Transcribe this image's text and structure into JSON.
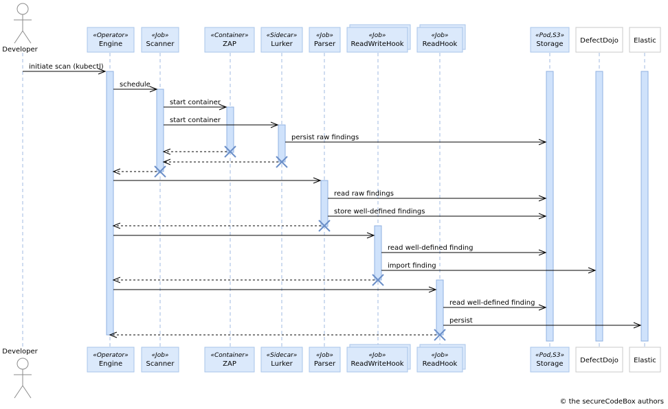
{
  "diagram": {
    "actor_label": "Developer",
    "participants": [
      {
        "id": "engine",
        "stereotype": "«Operator»",
        "name": "Engine"
      },
      {
        "id": "scanner",
        "stereotype": "«Job»",
        "name": "Scanner"
      },
      {
        "id": "zap",
        "stereotype": "«Container»",
        "name": "ZAP"
      },
      {
        "id": "lurker",
        "stereotype": "«Sidecar»",
        "name": "Lurker"
      },
      {
        "id": "parser",
        "stereotype": "«Job»",
        "name": "Parser"
      },
      {
        "id": "rwhook",
        "stereotype": "«Job»",
        "name": "ReadWriteHook"
      },
      {
        "id": "rhook",
        "stereotype": "«Job»",
        "name": "ReadHook"
      },
      {
        "id": "storage",
        "stereotype": "«Pod,S3»",
        "name": "Storage"
      },
      {
        "id": "defectdojo",
        "stereotype": "",
        "name": "DefectDojo"
      },
      {
        "id": "elastic",
        "stereotype": "",
        "name": "Elastic"
      }
    ],
    "messages": [
      {
        "from": "developer",
        "to": "engine",
        "label": "initiate scan (kubectl)",
        "type": "sync"
      },
      {
        "from": "engine",
        "to": "scanner",
        "label": "schedule",
        "type": "sync"
      },
      {
        "from": "scanner",
        "to": "zap",
        "label": "start container",
        "type": "sync"
      },
      {
        "from": "scanner",
        "to": "lurker",
        "label": "start container",
        "type": "sync"
      },
      {
        "from": "lurker",
        "to": "storage",
        "label": "persist raw findings",
        "type": "sync"
      },
      {
        "from": "zap",
        "to": "scanner",
        "label": "",
        "type": "return"
      },
      {
        "from": "lurker",
        "to": "scanner",
        "label": "",
        "type": "return"
      },
      {
        "from": "scanner",
        "to": "engine",
        "label": "",
        "type": "return"
      },
      {
        "from": "engine",
        "to": "parser",
        "label": "",
        "type": "sync"
      },
      {
        "from": "parser",
        "to": "storage",
        "label": "read raw findings",
        "type": "sync"
      },
      {
        "from": "parser",
        "to": "storage",
        "label": "store well-defined findings",
        "type": "sync"
      },
      {
        "from": "parser",
        "to": "engine",
        "label": "",
        "type": "return"
      },
      {
        "from": "engine",
        "to": "rwhook",
        "label": "",
        "type": "sync"
      },
      {
        "from": "rwhook",
        "to": "storage",
        "label": "read well-defined finding",
        "type": "sync"
      },
      {
        "from": "rwhook",
        "to": "defectdojo",
        "label": "import finding",
        "type": "sync"
      },
      {
        "from": "rwhook",
        "to": "engine",
        "label": "",
        "type": "return"
      },
      {
        "from": "engine",
        "to": "rhook",
        "label": "",
        "type": "sync"
      },
      {
        "from": "rhook",
        "to": "storage",
        "label": "read well-defined finding",
        "type": "sync"
      },
      {
        "from": "rhook",
        "to": "elastic",
        "label": "persist",
        "type": "sync"
      },
      {
        "from": "rhook",
        "to": "engine",
        "label": "",
        "type": "return"
      }
    ],
    "copyright": "© the secureCodeBox authors",
    "colors": {
      "box_fill": "#dbe9fb",
      "box_stroke": "#a7c4ea",
      "lifeline": "#9fb8e0",
      "activation": "#cfe2fb",
      "destroy": "#6b8fc8"
    }
  }
}
